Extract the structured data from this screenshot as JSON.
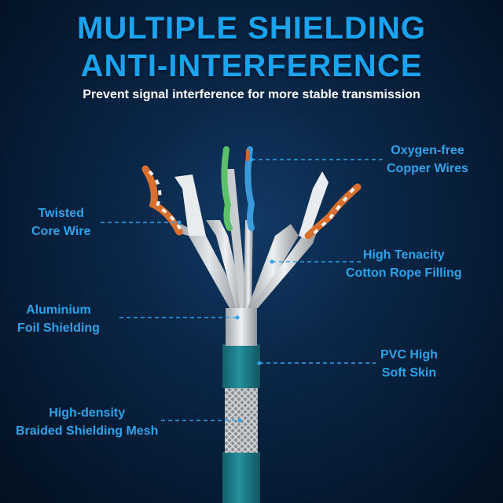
{
  "header": {
    "title_line1": "MULTIPLE SHIELDING",
    "title_line2": "ANTI-INTERFERENCE",
    "subtitle": "Prevent signal interference for more stable transmission"
  },
  "labels": {
    "oxygen_free": {
      "line1": "Oxygen-free",
      "line2": "Copper Wires"
    },
    "twisted": {
      "line1": "Twisted",
      "line2": "Core Wire"
    },
    "tenacity": {
      "line1": "High Tenacity",
      "line2": "Cotton Rope Filling"
    },
    "aluminium": {
      "line1": "Aluminium",
      "line2": "Foil Shielding"
    },
    "pvc": {
      "line1": "PVC High",
      "line2": "Soft Skin"
    },
    "braid": {
      "line1": "High-density",
      "line2": "Braided Shielding Mesh"
    }
  },
  "colors": {
    "title": "#1aa4f0",
    "label": "#2fa3ea",
    "jacket": "#1d7f8d",
    "foil": "#d6dadd",
    "orange_wire": "#d9702e",
    "green_wire": "#5cc26a",
    "blue_wire": "#3a9ad9"
  }
}
